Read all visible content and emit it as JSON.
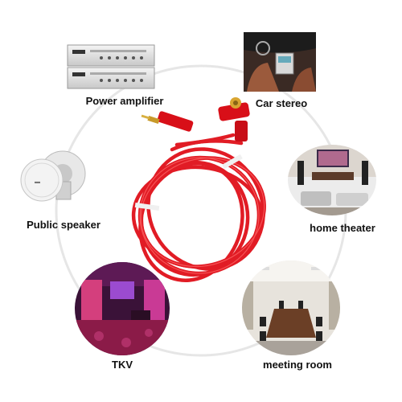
{
  "applications": [
    {
      "label": "Power amplifier",
      "icon": "amplifier-icon"
    },
    {
      "label": "Car stereo",
      "icon": "car-interior-icon"
    },
    {
      "label": "home theater",
      "icon": "living-room-icon"
    },
    {
      "label": "meeting room",
      "icon": "conference-room-icon"
    },
    {
      "label": "TKV",
      "icon": "karaoke-room-icon"
    },
    {
      "label": "Public speaker",
      "icon": "ceiling-speaker-icon"
    }
  ],
  "center": {
    "subject": "red-rca-audio-cable",
    "color": "#e0101a"
  }
}
